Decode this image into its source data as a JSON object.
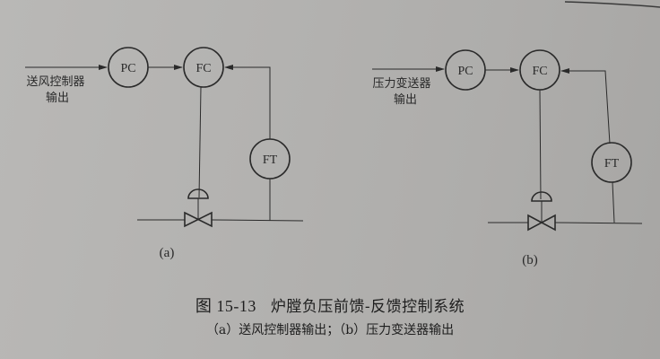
{
  "figure": {
    "number": "图 15-13",
    "title": "炉膛负压前馈-反馈控制系统",
    "subtitle": "（a）送风控制器输出；（b）压力变送器输出"
  },
  "diagram_a": {
    "label": "(a)",
    "input_label_line1": "送风控制器",
    "input_label_line2": "输出",
    "nodes": {
      "pc": "PC",
      "fc": "FC",
      "ft": "FT"
    }
  },
  "diagram_b": {
    "label": "(b)",
    "input_label_line1": "压力变送器",
    "input_label_line2": "输出",
    "nodes": {
      "pc": "PC",
      "fc": "FC",
      "ft": "FT"
    }
  },
  "colors": {
    "ink": "#2a2a2a",
    "paper": "#b4b3b1"
  }
}
